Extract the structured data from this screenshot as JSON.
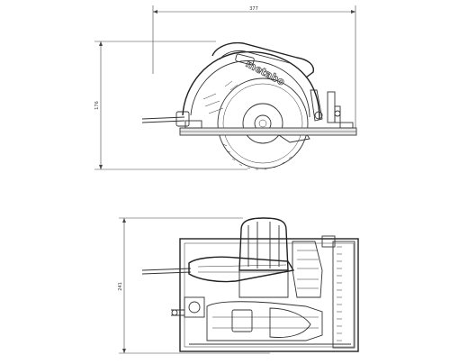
{
  "dimensions": {
    "length_label": "377",
    "height_label": "176",
    "width_label": "241"
  },
  "branding": {
    "logo_text": "metabo"
  }
}
